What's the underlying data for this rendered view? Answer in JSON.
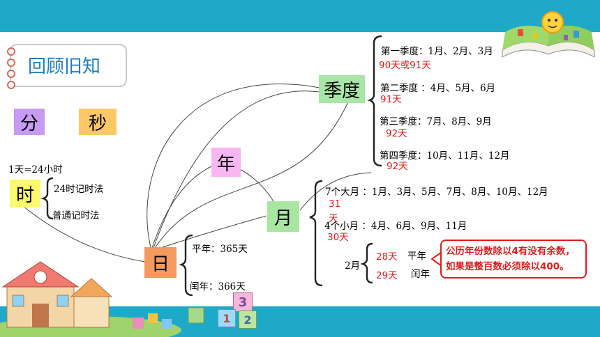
{
  "title": "回顾旧知",
  "units": {
    "fen": "分",
    "miao": "秒",
    "shi": "时",
    "ri": "日",
    "nian": "年",
    "yue": "月",
    "jidu": "季度"
  },
  "day_hours": "1天=24小时",
  "time_notation": [
    "24时记时法",
    "普通记时法"
  ],
  "year_types": [
    "平年：365天",
    "闰年：366天"
  ],
  "quarters": [
    {
      "label": "第一季度：1月、2月、3月",
      "days": "90天或91天"
    },
    {
      "label": "第二季度 ：4月、5月、6月",
      "days": "91天"
    },
    {
      "label": "第三季度：7月、8月、9月",
      "days": "92天"
    },
    {
      "label": "第四季度：10月、11月、12月",
      "days": "92天"
    }
  ],
  "months": {
    "big": {
      "label": "7个大月 ：1月、3月、5月、7月、8月、10月、12月",
      "days_num": "31",
      "days_unit": "天"
    },
    "small": {
      "label": "4个小月 ：4月、6月、9月、11月",
      "days": "30天"
    },
    "feb": {
      "label": "2月",
      "common_days": "28天",
      "common_label": "平年",
      "leap_days": "29天",
      "leap_label": "闰年"
    }
  },
  "leap_rule": [
    "公历年份数除以4有没有余数，",
    "如果是整百数必须除以400。"
  ],
  "decor_blocks": [
    "3",
    "1",
    "2"
  ],
  "colors": {
    "header": "#1fa9c9",
    "fen_box": "#c79bf2",
    "miao_box": "#ffc766",
    "shi_box": "#fdf96a",
    "ri_box": "#f6995f",
    "nian_box": "#f8b7f3",
    "yue_box": "#a8e6a1",
    "jidu_box": "#a9e5a6",
    "red_text": "#e31b1b"
  }
}
